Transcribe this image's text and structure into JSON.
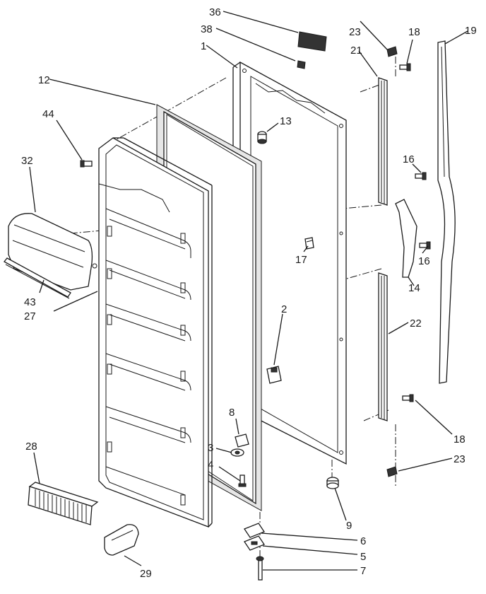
{
  "diagram": {
    "labels": {
      "p1": "1",
      "p2": "2",
      "p3": "3",
      "p4": "4",
      "p5": "5",
      "p6": "6",
      "p7": "7",
      "p8": "8",
      "p9": "9",
      "p12": "12",
      "p13": "13",
      "p14": "14",
      "p16a": "16",
      "p16b": "16",
      "p17": "17",
      "p18a": "18",
      "p18b": "18",
      "p19": "19",
      "p21": "21",
      "p22": "22",
      "p23a": "23",
      "p23b": "23",
      "p27": "27",
      "p28": "28",
      "p29": "29",
      "p32": "32",
      "p36": "36",
      "p38": "38",
      "p43": "43",
      "p44": "44"
    }
  }
}
